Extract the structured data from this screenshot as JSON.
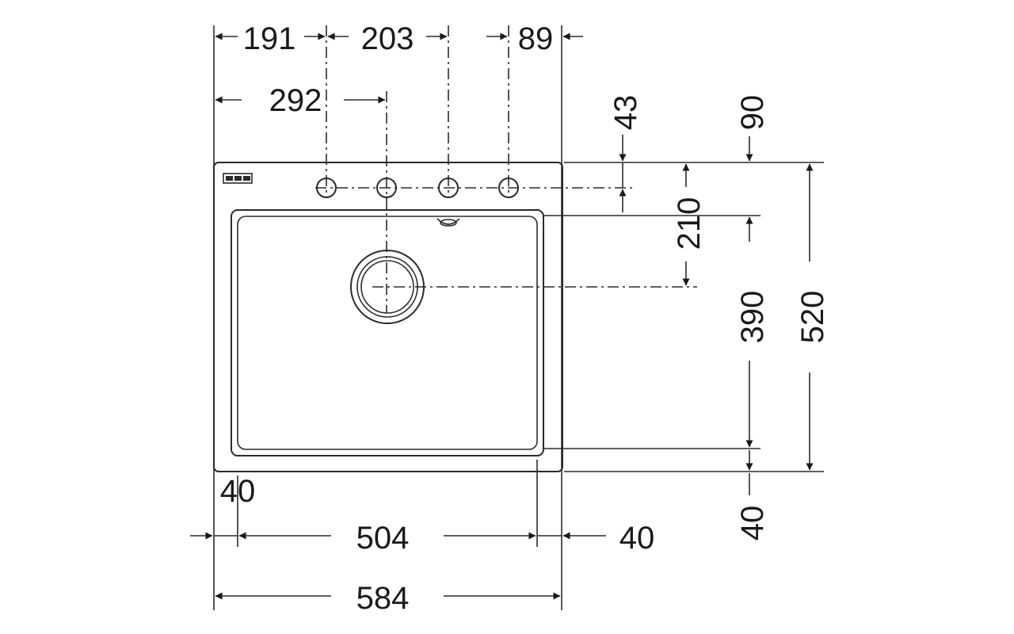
{
  "dimensions": {
    "top_191": "191",
    "top_203": "203",
    "top_89": "89",
    "top_292": "292",
    "right_43": "43",
    "right_90": "90",
    "right_210": "210",
    "right_390": "390",
    "right_520": "520",
    "right_40": "40",
    "left_40": "40",
    "bottom_504": "504",
    "bottom_40": "40",
    "bottom_584": "584"
  },
  "colors": {
    "line": "#2b2b2b",
    "text": "#1a1a1a",
    "background": "#ffffff"
  }
}
